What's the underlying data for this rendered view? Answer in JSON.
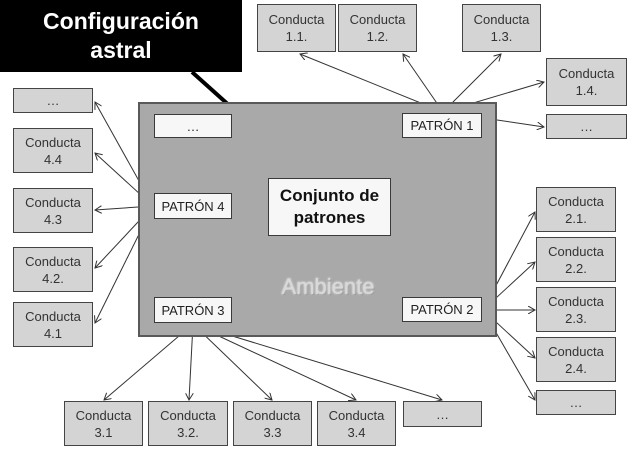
{
  "title": "Configuración\nastral",
  "environment_label": "Ambiente",
  "center_node": "Conjunto de\npatrones",
  "patterns": {
    "p1": "PATRÓN 1",
    "p2": "PATRÓN 2",
    "p3": "PATRÓN 3",
    "p4": "PATRÓN 4",
    "more": "…"
  },
  "behaviors": {
    "p1": [
      "Conducta\n1.1.",
      "Conducta\n1.2.",
      "Conducta\n1.3.",
      "Conducta\n1.4.",
      "…"
    ],
    "p2": [
      "Conducta\n2.1.",
      "Conducta\n2.2.",
      "Conducta\n2.3.",
      "Conducta\n2.4.",
      "…"
    ],
    "p3": [
      "Conducta\n3.1",
      "Conducta\n3.2.",
      "Conducta\n3.3",
      "Conducta\n3.4",
      "…"
    ],
    "p4": [
      "…",
      "Conducta\n4.4",
      "Conducta\n4.3",
      "Conducta\n4.2.",
      "Conducta\n4.1"
    ]
  },
  "colors": {
    "title_bg": "#000000",
    "environment_bg": "#a9a9a9",
    "behavior_bg": "#d4d4d4",
    "pattern_bg": "#f7f7f7"
  }
}
